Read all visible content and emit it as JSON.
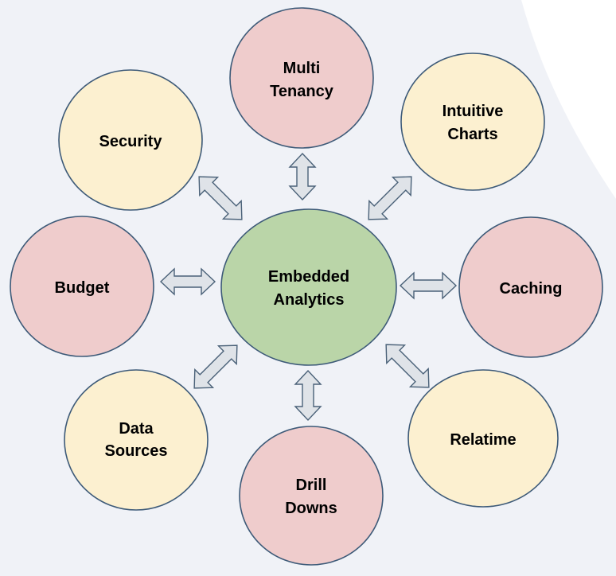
{
  "colors": {
    "center": "#bad5a8",
    "pink": "#efcccc",
    "yellow": "#fcf0d0",
    "outline": "#3d5a78",
    "arrow_fill": "#dfe3e8",
    "background": "#f0f2f7"
  },
  "center": {
    "line1": "Embedded",
    "line2": "Analytics"
  },
  "nodes": {
    "multi_tenancy": {
      "line1": "Multi",
      "line2": "Tenancy"
    },
    "intuitive_charts": {
      "line1": "Intuitive",
      "line2": "Charts"
    },
    "security": {
      "line1": "Security"
    },
    "budget": {
      "line1": "Budget"
    },
    "caching": {
      "line1": "Caching"
    },
    "data_sources": {
      "line1": "Data",
      "line2": "Sources"
    },
    "drill_downs": {
      "line1": "Drill",
      "line2": "Downs"
    },
    "realtime": {
      "line1": "Relatime"
    }
  }
}
